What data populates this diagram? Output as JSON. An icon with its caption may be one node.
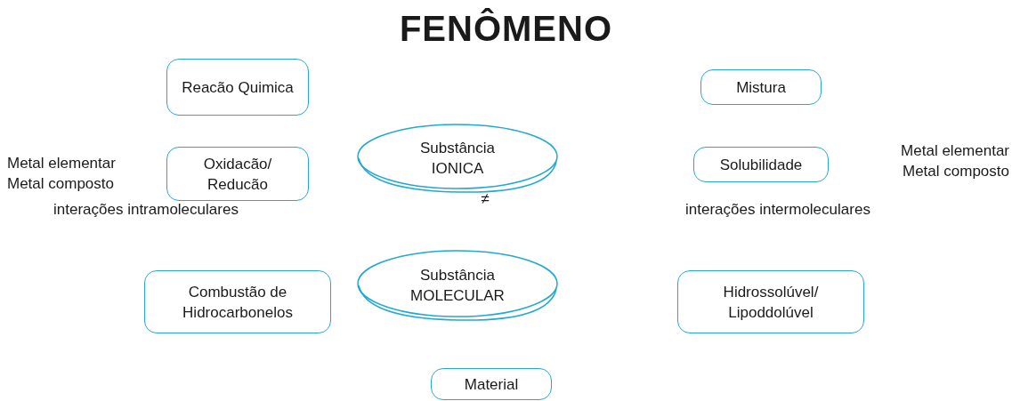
{
  "diagram": {
    "title": "FENÔMENO",
    "nodes": [
      {
        "text": [
          "Reacão Quimica"
        ]
      },
      {
        "text": [
          "Mistura"
        ]
      },
      {
        "text": [
          "Oxidacão/ Reducão"
        ]
      },
      {
        "text": [
          "Substância IONICA"
        ]
      },
      {
        "text": [
          "Solubilidade"
        ]
      },
      {
        "text": [
          "Combustão de Hidrocarbonelos"
        ]
      },
      {
        "text": [
          "Substância MOLECULAR"
        ]
      },
      {
        "text": [
          "Hidrossolúvel/ Lipoddolúvel"
        ]
      },
      {
        "text": [
          "Material"
        ]
      }
    ],
    "labels": [
      "Metal elementar",
      "Metal composto",
      "Metal elementar",
      "Metal composto",
      "interações intramoleculares",
      "≠",
      "interações intermoleculares"
    ]
  }
}
